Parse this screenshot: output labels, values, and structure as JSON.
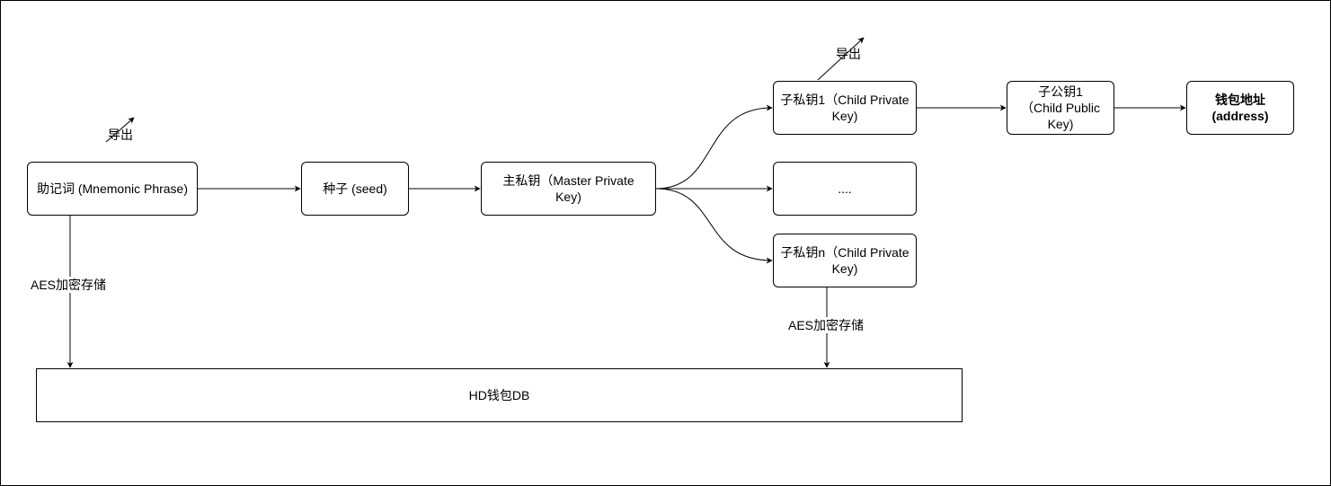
{
  "nodes": {
    "mnemonic": "助记词 (Mnemonic Phrase)",
    "seed": "种子 (seed)",
    "master_key": "主私钥（Master Private Key)",
    "child_key_1": "子私钥1（Child Private Key)",
    "ellipsis": "....",
    "child_key_n": "子私钥n（Child Private Key)",
    "child_public_key_1": "子公钥1（Child Public Key)",
    "address": "钱包地址 (address)",
    "db": "HD钱包DB"
  },
  "labels": {
    "export_mnemonic": "导出",
    "export_child_key": "导出",
    "aes_mnemonic": "AES加密存储",
    "aes_child_key": "AES加密存储"
  },
  "colors": {
    "stroke": "#000000",
    "background": "#ffffff"
  }
}
